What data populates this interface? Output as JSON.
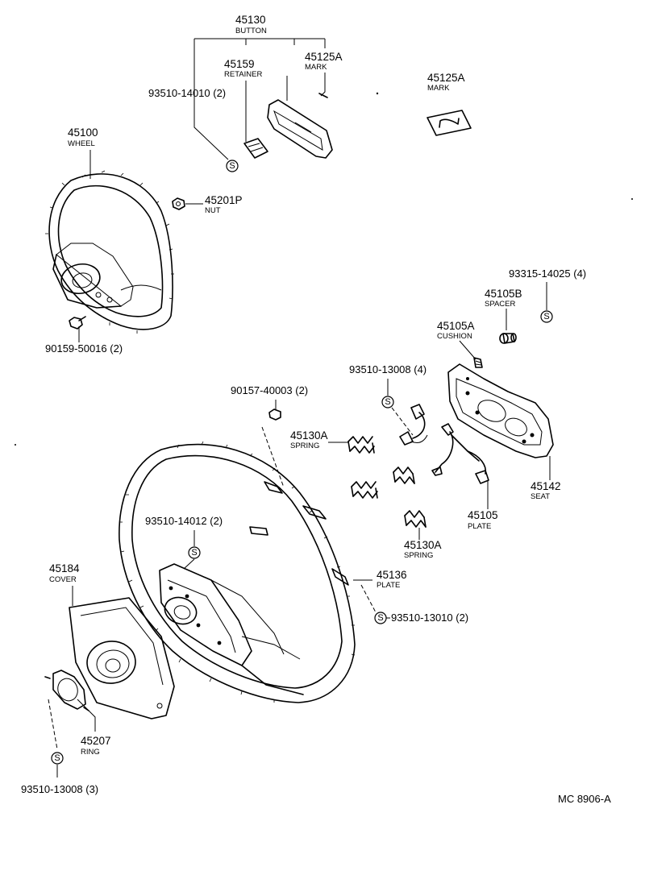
{
  "callouts": {
    "c45130": {
      "number": "45130",
      "name": "BUTTON"
    },
    "c45159": {
      "number": "45159",
      "name": "RETAINER"
    },
    "c45125a_1": {
      "number": "45125A",
      "name": "MARK"
    },
    "c45125a_2": {
      "number": "45125A",
      "name": "MARK"
    },
    "c93510_14010": {
      "number": "93510-14010 (2)"
    },
    "c45100": {
      "number": "45100",
      "name": "WHEEL"
    },
    "c45201p": {
      "number": "45201P",
      "name": "NUT"
    },
    "c90159": {
      "number": "90159-50016 (2)"
    },
    "c93315": {
      "number": "93315-14025 (4)"
    },
    "c45105b": {
      "number": "45105B",
      "name": "SPACER"
    },
    "c45105a": {
      "number": "45105A",
      "name": "CUSHION"
    },
    "c93510_13008_4": {
      "number": "93510-13008 (4)"
    },
    "c90157": {
      "number": "90157-40003 (2)"
    },
    "c45130a_1": {
      "number": "45130A",
      "name": "SPRING"
    },
    "c45142": {
      "number": "45142",
      "name": "SEAT"
    },
    "c93510_14012": {
      "number": "93510-14012 (2)"
    },
    "c45105": {
      "number": "45105",
      "name": "PLATE"
    },
    "c45130a_2": {
      "number": "45130A",
      "name": "SPRING"
    },
    "c45184": {
      "number": "45184",
      "name": "COVER"
    },
    "c45136": {
      "number": "45136",
      "name": "PLATE"
    },
    "c93510_13010": {
      "number": "93510-13010 (2)"
    },
    "c45207": {
      "number": "45207",
      "name": "RING"
    },
    "c93510_13008_3": {
      "number": "93510-13008 (3)"
    }
  },
  "symbol": {
    "glyph": "S"
  },
  "reference": "MC 8906-A"
}
